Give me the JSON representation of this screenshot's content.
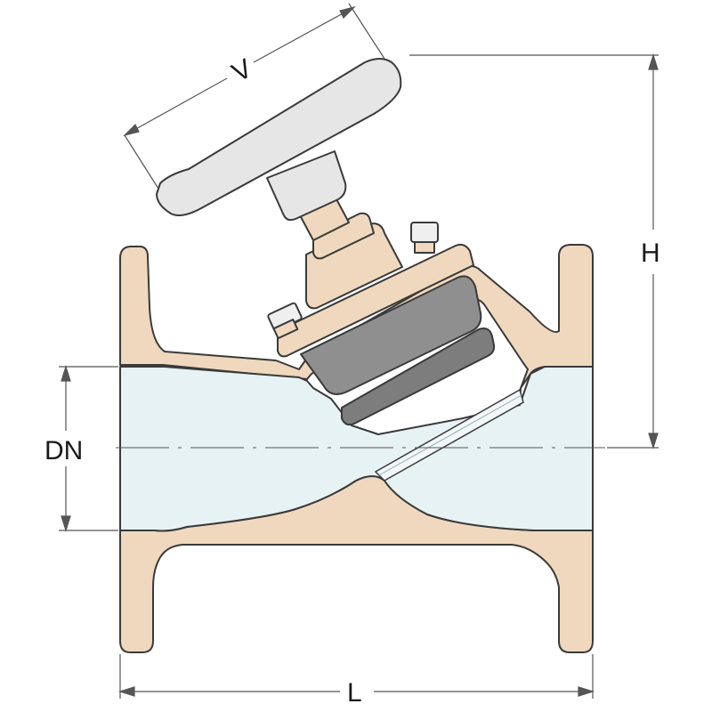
{
  "dimensions": {
    "v": "V",
    "h": "H",
    "dn": "DN",
    "l": "L"
  },
  "colors": {
    "body": "#efd8bd",
    "bore": "#e7f2f4",
    "handwheel": "#e6e6e6",
    "bonnet_dark": "#909090",
    "outline": "#3a3a3a",
    "dimension_line": "#555555"
  }
}
